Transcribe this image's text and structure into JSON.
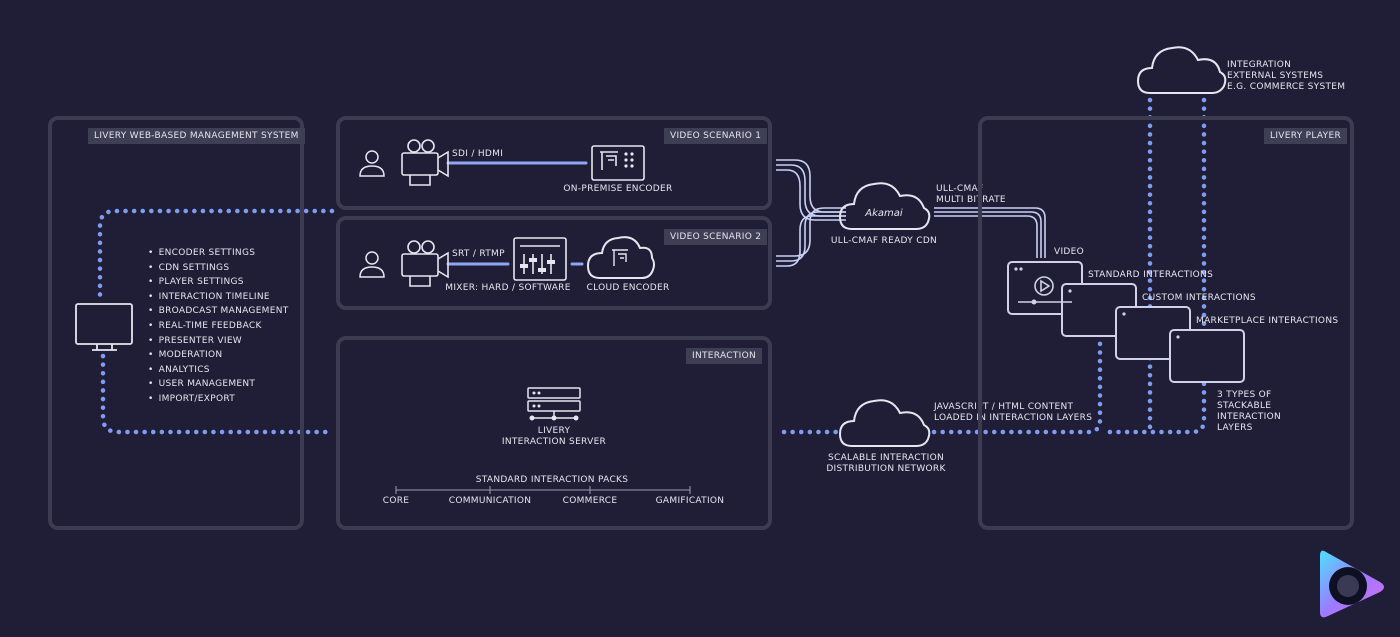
{
  "management": {
    "title": "LIVERY WEB-BASED MANAGEMENT SYSTEM",
    "features": [
      "ENCODER SETTINGS",
      "CDN SETTINGS",
      "PLAYER SETTINGS",
      "INTERACTION TIMELINE",
      "BROADCAST MANAGEMENT",
      "REAL-TIME FEEDBACK",
      "PRESENTER VIEW",
      "MODERATION",
      "ANALYTICS",
      "USER MANAGEMENT",
      "IMPORT/EXPORT"
    ]
  },
  "scenario1": {
    "title": "VIDEO SCENARIO 1",
    "link": "SDI  /  HDMI",
    "encoder": "ON-PREMISE ENCODER"
  },
  "scenario2": {
    "title": "VIDEO SCENARIO 2",
    "link": "SRT  /  RTMP",
    "mixer": "MIXER: HARD / SOFTWARE",
    "encoder": "CLOUD ENCODER"
  },
  "interaction": {
    "title": "INTERACTION",
    "server_line1": "LIVERY",
    "server_line2": "INTERACTION SERVER",
    "packs_title": "STANDARD INTERACTION PACKS",
    "packs": [
      "CORE",
      "COMMUNICATION",
      "COMMERCE",
      "GAMIFICATION"
    ]
  },
  "cdn": {
    "brand": "Akamai",
    "label": "ULL-CMAF READY CDN",
    "stream_line1": "ULL-CMAF",
    "stream_line2": "MULTI BITRATE"
  },
  "distribution": {
    "line1": "SCALABLE INTERACTION",
    "line2": "DISTRIBUTION NETWORK",
    "content_line1": "JAVASCRIPT / HTML CONTENT",
    "content_line2": "LOADED IN INTERACTION LAYERS"
  },
  "integration": {
    "line1": "INTEGRATION",
    "line2": "EXTERNAL SYSTEMS",
    "line3": "E.G. COMMERCE SYSTEM"
  },
  "player": {
    "title": "LIVERY PLAYER",
    "video": "VIDEO",
    "standard": "STANDARD INTERACTIONS",
    "custom": "CUSTOM INTERACTIONS",
    "marketplace": "MARKETPLACE INTERACTIONS",
    "note": [
      "3 TYPES OF",
      "STACKABLE",
      "INTERACTION",
      "LAYERS"
    ]
  },
  "colors": {
    "background": "#1f1e36",
    "panel_border": "#3b3b52",
    "dots": "#7f9cf0",
    "line": "#d8dcf5"
  },
  "icons": [
    "person-icon",
    "camera-icon",
    "encoder-icon",
    "mixer-icon",
    "cloud-icon",
    "server-icon",
    "monitor-icon",
    "play-icon",
    "livery-logo"
  ]
}
